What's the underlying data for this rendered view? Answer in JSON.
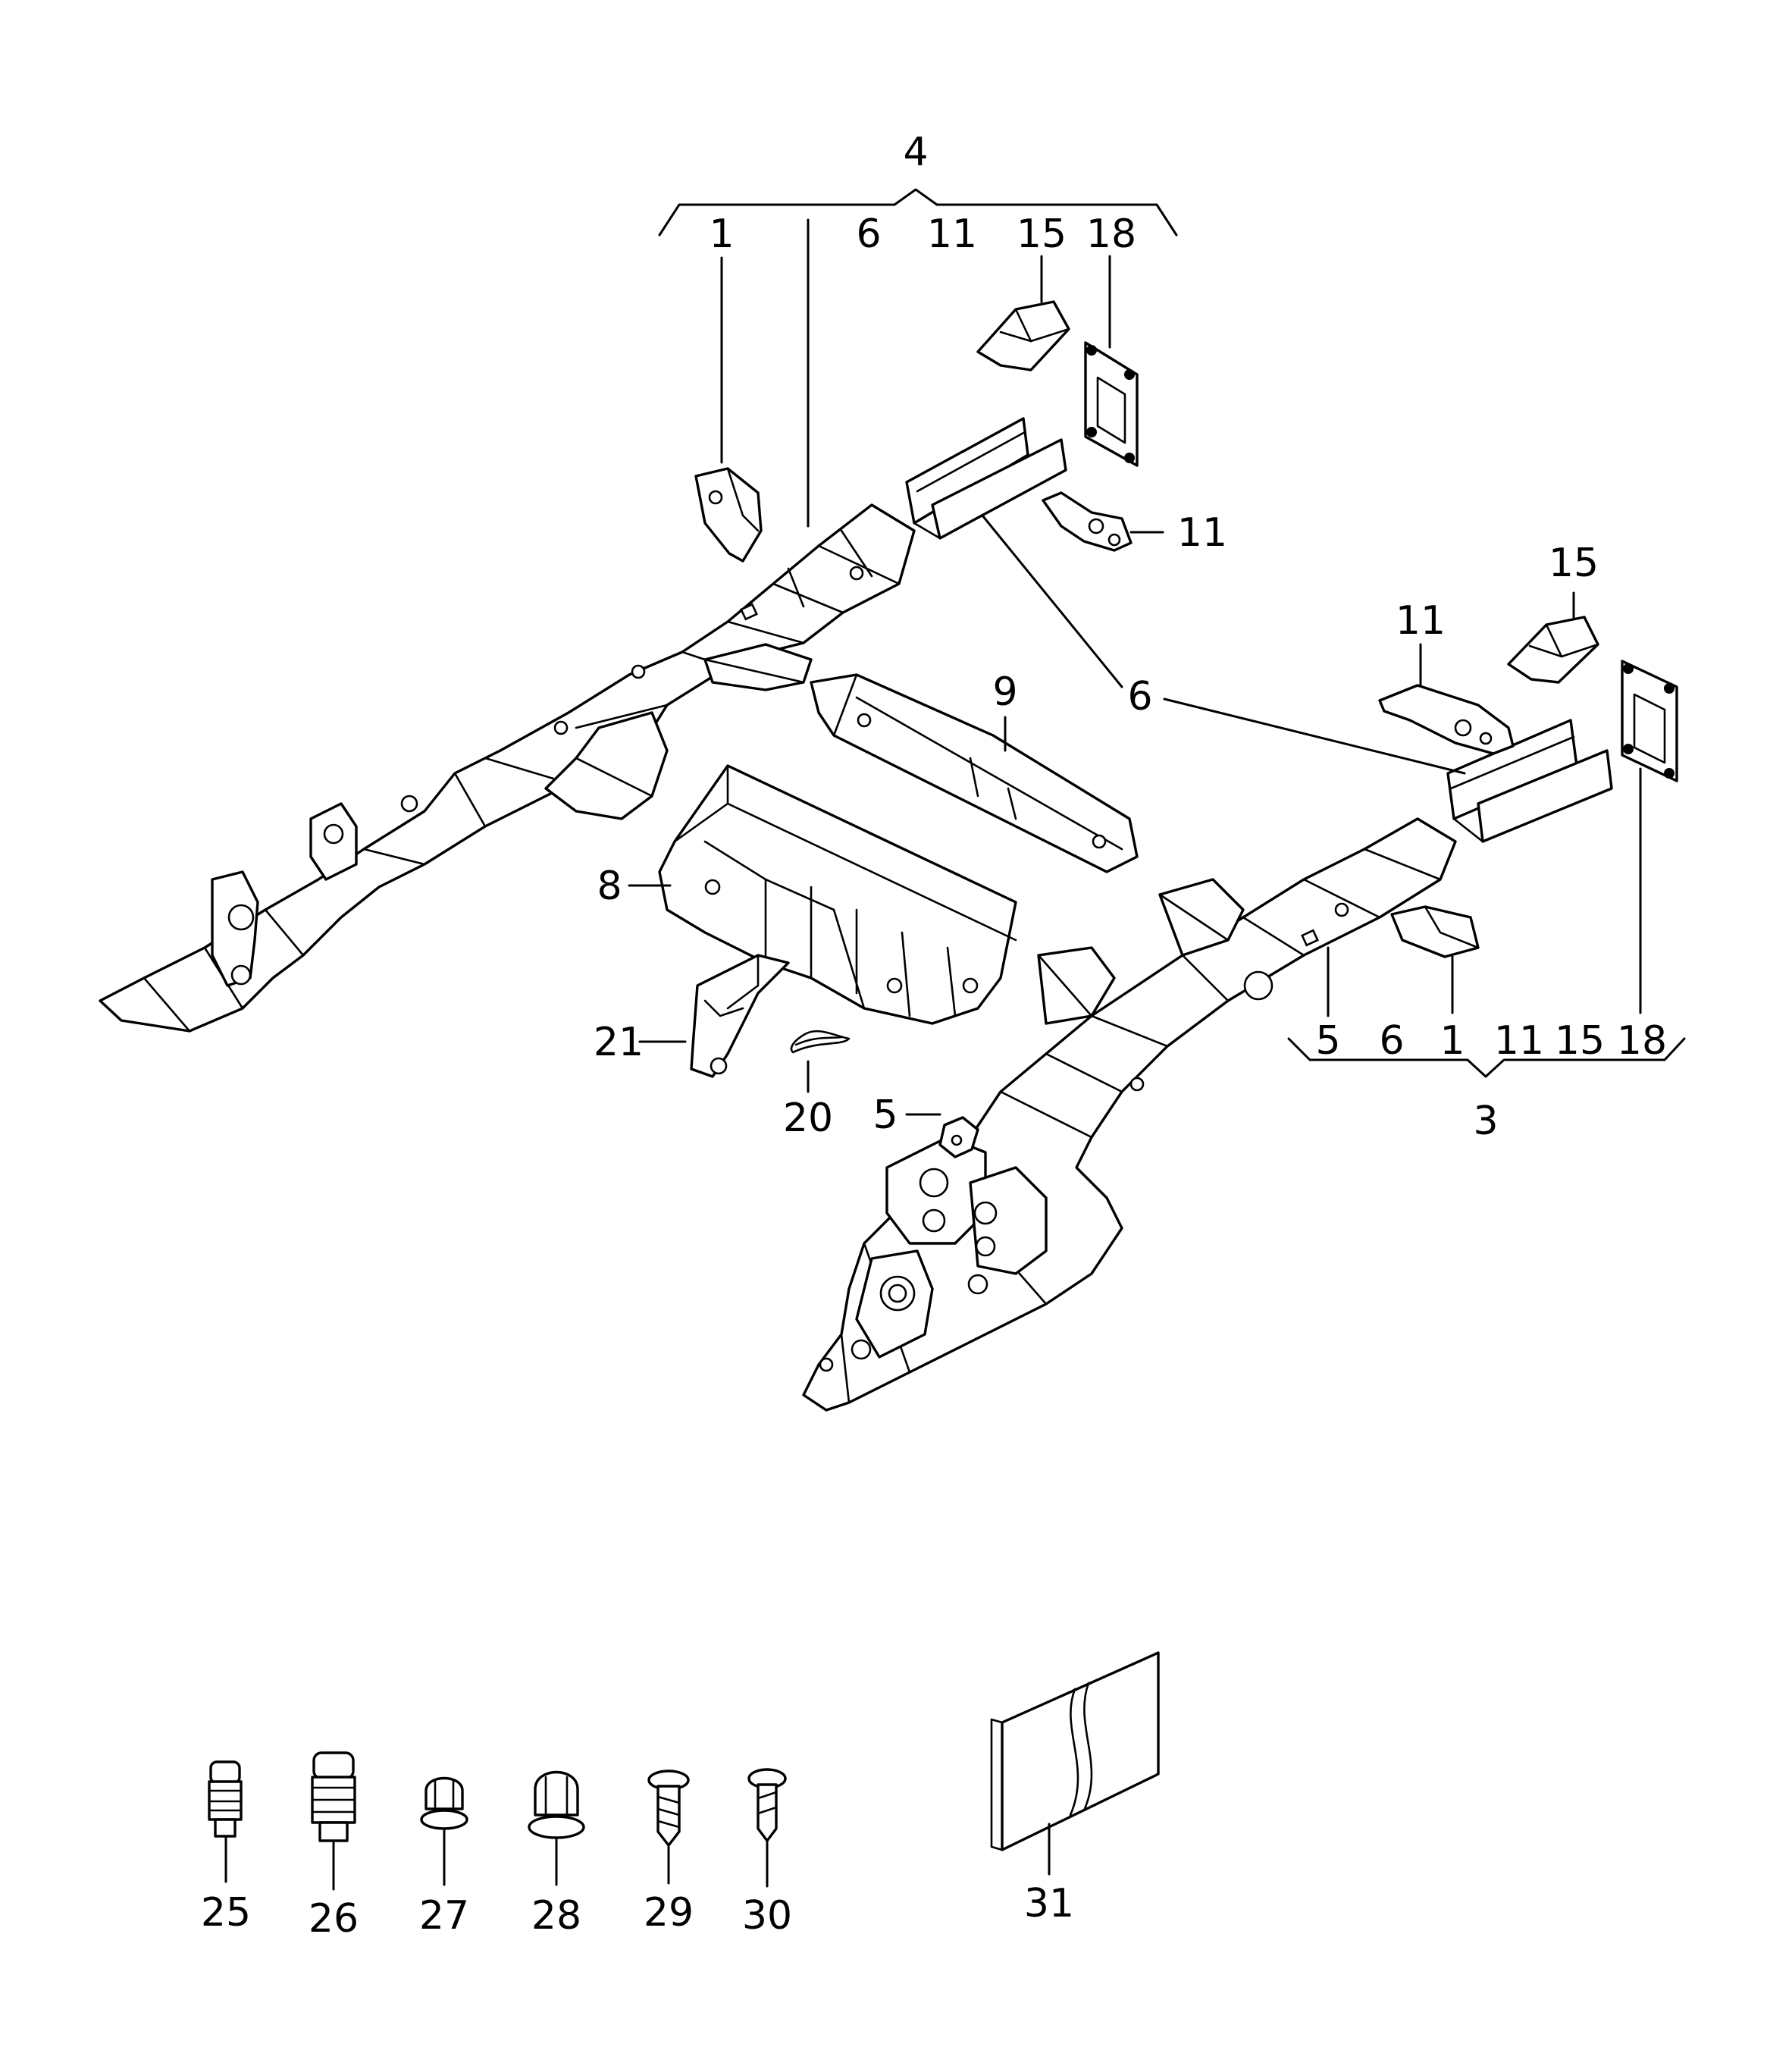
{
  "callouts": {
    "g4": "4",
    "g4_1": "1",
    "g4_6": "6",
    "g4_11": "11",
    "g4_15": "15",
    "g4_18": "18",
    "r11": "11",
    "r15": "15",
    "r11b": "11",
    "c6": "6",
    "c9": "9",
    "c8": "8",
    "c21": "21",
    "c20": "20",
    "c5": "5",
    "g3_5": "5",
    "g3_6": "6",
    "g3_1": "1",
    "g3_11": "11",
    "g3_15": "15",
    "g3_18": "18",
    "g3": "3",
    "h25": "25",
    "h26": "26",
    "h27": "27",
    "h28": "28",
    "h29": "29",
    "h30": "30",
    "h31": "31"
  }
}
